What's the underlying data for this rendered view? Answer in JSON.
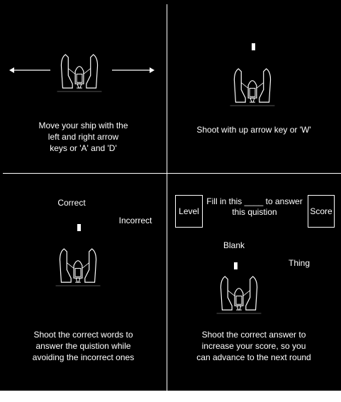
{
  "panels": {
    "move": {
      "caption_line1": "Move your ship with the",
      "caption_line2": "left and right arrow",
      "caption_line3": "keys or 'A' and 'D'",
      "icon_left": "arrow-left-icon",
      "icon_right": "arrow-right-icon",
      "icon_ship": "spaceship-icon"
    },
    "shoot": {
      "caption": "Shoot with up arrow key or 'W'",
      "icon_ship": "spaceship-icon"
    },
    "targets": {
      "word_correct": "Correct",
      "word_incorrect": "Incorrect",
      "caption_line1": "Shoot the correct words to",
      "caption_line2": "answer the quistion while",
      "caption_line3": "avoiding the incorrect ones"
    },
    "score": {
      "level_label": "Level",
      "score_label": "Score",
      "question_line1": "Fill in this ____ to answer",
      "question_line2": "this quistion",
      "word_blank": "Blank",
      "word_thing": "Thing",
      "caption_line1": "Shoot the correct answer to",
      "caption_line2": "increase your score, so you",
      "caption_line3": "can advance to the next round"
    }
  },
  "colors": {
    "background": "#000000",
    "foreground": "#ffffff",
    "divider": "#ffffff"
  }
}
